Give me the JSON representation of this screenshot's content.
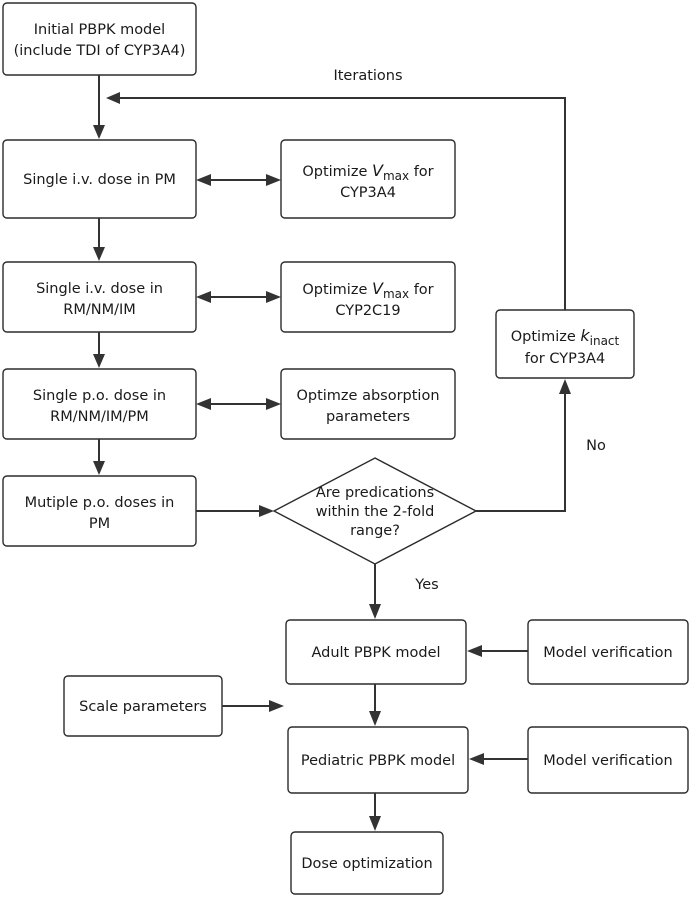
{
  "nodes": {
    "initial": {
      "line1": "Initial PBPK model",
      "line2": "(include TDI of CYP3A4)"
    },
    "iv_pm": {
      "line1": "Single i.v. dose in PM"
    },
    "opt_vmax_3a4": {
      "pre": "Optimize ",
      "sym": "V",
      "sub": "max",
      "post": " for",
      "line2": "CYP3A4"
    },
    "iv_rm": {
      "line1": "Single i.v. dose in",
      "line2": "RM/NM/IM"
    },
    "opt_vmax_2c19": {
      "pre": "Optimize ",
      "sym": "V",
      "sub": "max",
      "post": " for",
      "line2": "CYP2C19"
    },
    "po_single": {
      "line1": "Single p.o. dose in",
      "line2": "RM/NM/IM/PM"
    },
    "opt_abs": {
      "line1": "Optimze absorption",
      "line2": "parameters"
    },
    "po_multiple": {
      "line1": "Mutiple p.o. doses in",
      "line2": "PM"
    },
    "decision": {
      "line1": "Are predications",
      "line2": "within the 2-fold",
      "line3": "range?"
    },
    "opt_kinact": {
      "pre": "Optimize ",
      "sym": "k",
      "sub": "inact",
      "line2": "for CYP3A4"
    },
    "adult": {
      "line1": "Adult PBPK model"
    },
    "verif_adult": {
      "line1": "Model verification"
    },
    "scale": {
      "line1": "Scale parameters"
    },
    "pediatric": {
      "line1": "Pediatric PBPK model"
    },
    "verif_ped": {
      "line1": "Model verification"
    },
    "dose_opt": {
      "line1": "Dose optimization"
    }
  },
  "edge_labels": {
    "iterations": "Iterations",
    "no": "No",
    "yes": "Yes"
  }
}
